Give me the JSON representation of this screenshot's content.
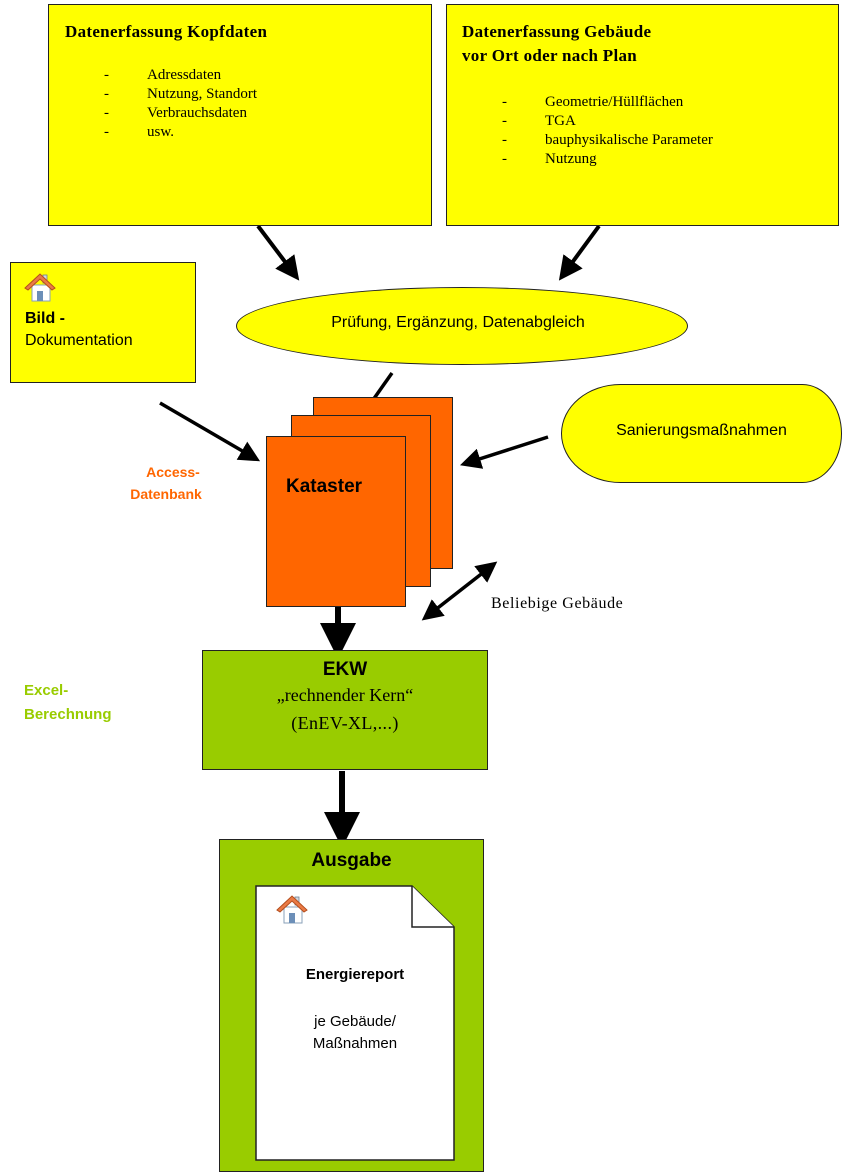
{
  "box_kopfdaten": {
    "title": "Datenerfassung Kopfdaten",
    "items": [
      "Adressdaten",
      "Nutzung, Standort",
      "Verbrauchsdaten",
      "usw."
    ]
  },
  "box_gebaeude": {
    "title_line1": "Datenerfassung Gebäude",
    "title_line2": "vor Ort oder nach Plan",
    "items": [
      "Geometrie/Hüllflächen",
      "TGA",
      "bauphysikalische Parameter",
      "Nutzung"
    ]
  },
  "bild": {
    "title": "Bild -",
    "subtitle": "Dokumentation",
    "icon": "house-icon"
  },
  "pruefung": {
    "label": "Prüfung, Ergänzung, Datenabgleich"
  },
  "sanierung": {
    "label": "Sanierungsmaßnahmen"
  },
  "access": {
    "line1": "Access-",
    "line2": "Datenbank"
  },
  "kataster": {
    "label": "Kataster"
  },
  "beliebige": {
    "label": "Beliebige Gebäude"
  },
  "excel": {
    "line1": "Excel-",
    "line2": "Berechnung"
  },
  "ekw": {
    "title": "EKW",
    "line2": "„rechnender Kern“",
    "line3": "(EnEV-XL,...)"
  },
  "ausgabe": {
    "title": "Ausgabe",
    "report_title": "Energiereport",
    "report_line1": "je Gebäude/",
    "report_line2": "Maßnahmen",
    "icon": "house-icon"
  },
  "colors": {
    "yellow": "#ffff00",
    "orange": "#ff6600",
    "green": "#99cc00",
    "access_text": "#ff6600",
    "excel_text": "#99cc00"
  }
}
